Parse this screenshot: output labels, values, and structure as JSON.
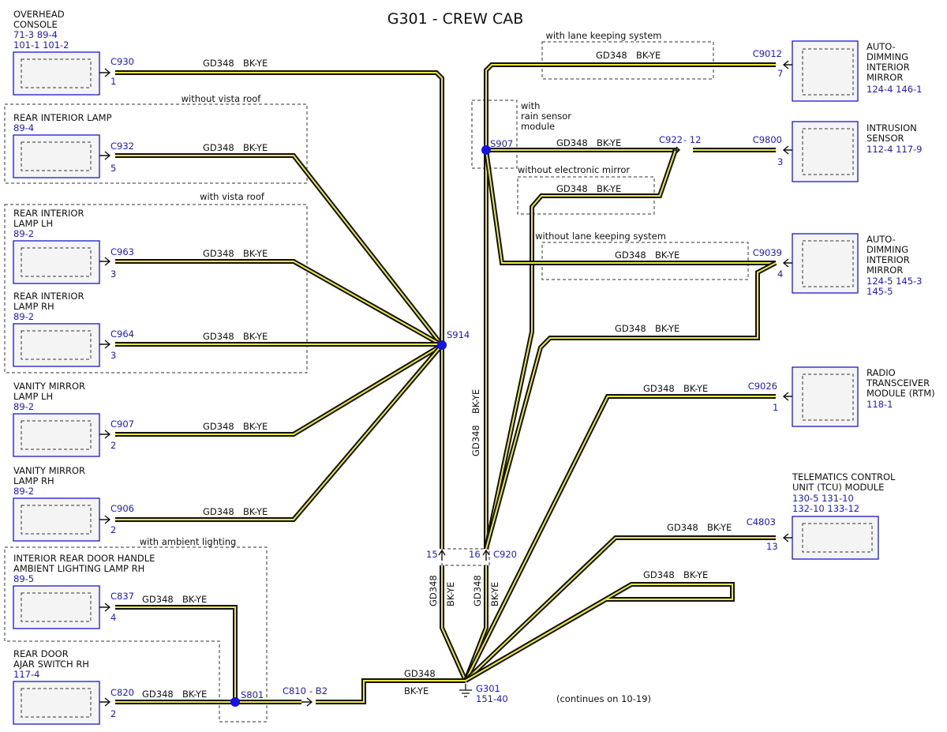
{
  "title": "G301 - CREW CAB",
  "colors": {
    "wire_outer": "#111111",
    "wire_inner": "#ece73a",
    "label_blue": "#1a1acc",
    "splice": "#1515e0"
  },
  "wire": {
    "circuit": "GD348",
    "color": "BK-YE"
  },
  "options": {
    "lane_keeping": "with lane keeping system",
    "rain_sensor": [
      "with",
      "rain sensor",
      "module"
    ],
    "no_electronic_mirror": "without electronic mirror",
    "no_lane_keeping": "without lane keeping system",
    "no_vista_roof": "without vista roof",
    "vista_roof": "with vista roof",
    "ambient_lighting": "with ambient lighting"
  },
  "components": {
    "overhead_console": {
      "name": [
        "OVERHEAD",
        "CONSOLE"
      ],
      "refs": [
        "71-3   89-4",
        "101-1  101-2"
      ],
      "connector": "C930",
      "pin": "1"
    },
    "rear_interior_lamp": {
      "name": [
        "REAR INTERIOR LAMP"
      ],
      "refs": [
        "89-4"
      ],
      "connector": "C932",
      "pin": "5"
    },
    "rear_interior_lamp_lh": {
      "name": [
        "REAR INTERIOR",
        "LAMP LH"
      ],
      "refs": [
        "89-2"
      ],
      "connector": "C963",
      "pin": "3"
    },
    "rear_interior_lamp_rh": {
      "name": [
        "REAR INTERIOR",
        "LAMP RH"
      ],
      "refs": [
        "89-2"
      ],
      "connector": "C964",
      "pin": "3"
    },
    "vanity_mirror_lh": {
      "name": [
        "VANITY MIRROR",
        "LAMP LH"
      ],
      "refs": [
        "89-2"
      ],
      "connector": "C907",
      "pin": "2"
    },
    "vanity_mirror_rh": {
      "name": [
        "VANITY MIRROR",
        "LAMP RH"
      ],
      "refs": [
        "89-2"
      ],
      "connector": "C906",
      "pin": "2"
    },
    "door_handle_lamp_rh": {
      "name": [
        "INTERIOR REAR DOOR HANDLE",
        "AMBIENT LIGHTING LAMP RH"
      ],
      "refs": [
        "89-5"
      ],
      "connector": "C837",
      "pin": "4"
    },
    "rear_door_ajar_switch_rh": {
      "name": [
        "REAR DOOR",
        "AJAR SWITCH RH"
      ],
      "refs": [
        "117-4"
      ],
      "connector": "C820",
      "pin": "2"
    },
    "auto_dimming_mirror_1": {
      "name": [
        "AUTO-",
        "DIMMING",
        "INTERIOR",
        "MIRROR"
      ],
      "refs": [
        "124-4  146-1"
      ],
      "connector": "C9012",
      "pin": "7"
    },
    "intrusion_sensor": {
      "name": [
        "INTRUSION",
        "SENSOR"
      ],
      "refs": [
        "112-4  117-9"
      ],
      "connector": "C9800",
      "pin": "3"
    },
    "auto_dimming_mirror_2": {
      "name": [
        "AUTO-",
        "DIMMING",
        "INTERIOR",
        "MIRROR"
      ],
      "refs": [
        "124-5  145-3",
        "145-5"
      ],
      "connector": "C9039",
      "pin": "4"
    },
    "radio_transceiver": {
      "name": [
        "RADIO",
        "TRANSCEIVER",
        "MODULE (RTM)"
      ],
      "refs": [
        "118-1"
      ],
      "connector": "C9026",
      "pin": "1"
    },
    "tcu": {
      "name": [
        "TELEMATICS CONTROL",
        "UNIT (TCU) MODULE"
      ],
      "refs": [
        "130-5    131-10",
        "132-10  133-12"
      ],
      "connector": "C4803",
      "pin": "13"
    }
  },
  "splices": {
    "s914": "S914",
    "s907": "S907",
    "s801": "S801"
  },
  "inline": {
    "c922": "C922",
    "c922_pin": " - 12",
    "c810": "C810",
    "c810_pin": " - B2",
    "c920": "C920",
    "c920_pin_a": "15",
    "c920_pin_b": "16"
  },
  "ground": {
    "name": "G301",
    "ref": "151-40"
  },
  "note": "(continues on 10-19)"
}
